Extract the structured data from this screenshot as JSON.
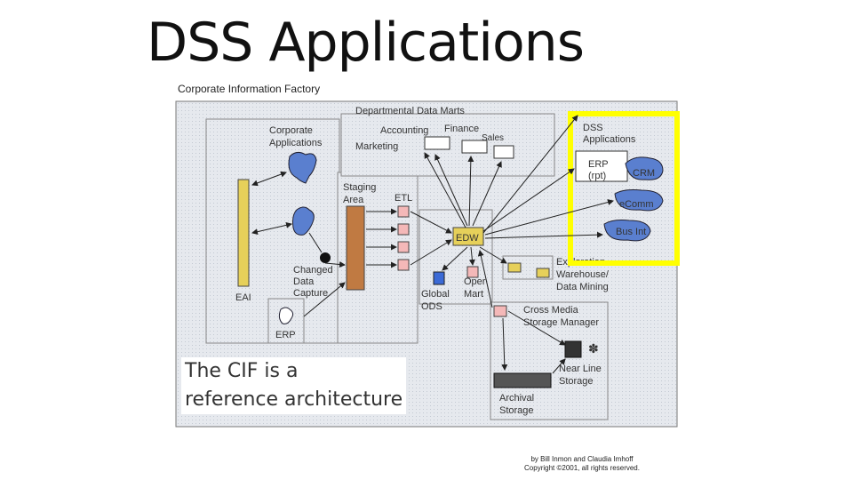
{
  "slide": {
    "title": "DSS Applications",
    "figure_title": "Corporate Information Factory",
    "note_line1": "The CIF is a",
    "note_line2": "reference architecture",
    "credit_line1": "by Bill Inmon and Claudia Imhoff",
    "credit_line2": "Copyright ©2001, all rights reserved."
  },
  "diagram": {
    "departmental_data_marts": "Departmental Data Marts",
    "accounting": "Accounting",
    "finance": "Finance",
    "sales": "Sales",
    "marketing": "Marketing",
    "corporate_line1": "Corporate",
    "corporate_line2": "Applications",
    "dss_line1": "DSS",
    "dss_line2": "Applications",
    "erp_rpt_line1": "ERP",
    "erp_rpt_line2": "(rpt)",
    "crm": "CRM",
    "ecomm": "eComm",
    "bus_int": "Bus Int",
    "staging_line1": "Staging",
    "staging_line2": "Area",
    "etl": "ETL",
    "edw": "EDW",
    "changed_line1": "Changed",
    "changed_line2": "Data",
    "changed_line3": "Capture",
    "eai": "EAI",
    "erp": "ERP",
    "global_line1": "Global",
    "global_line2": "ODS",
    "oper_line1": "Oper",
    "oper_line2": "Mart",
    "exploration_line1": "Exploration",
    "exploration_line2": "Warehouse/",
    "exploration_line3": "Data Mining",
    "cross_media_line1": "Cross Media",
    "cross_media_line2": "Storage Manager",
    "near_line_line1": "Near Line",
    "near_line_line2": "Storage",
    "archival_line1": "Archival",
    "archival_line2": "Storage"
  },
  "colors": {
    "panel_bg": "#dfe4ea",
    "highlight": "#ffff00",
    "blob_blue": "#5a7fcf",
    "staging_brown": "#c07a42",
    "eai_bar": "#e6d05a",
    "etl_pink": "#f4b8b8"
  }
}
